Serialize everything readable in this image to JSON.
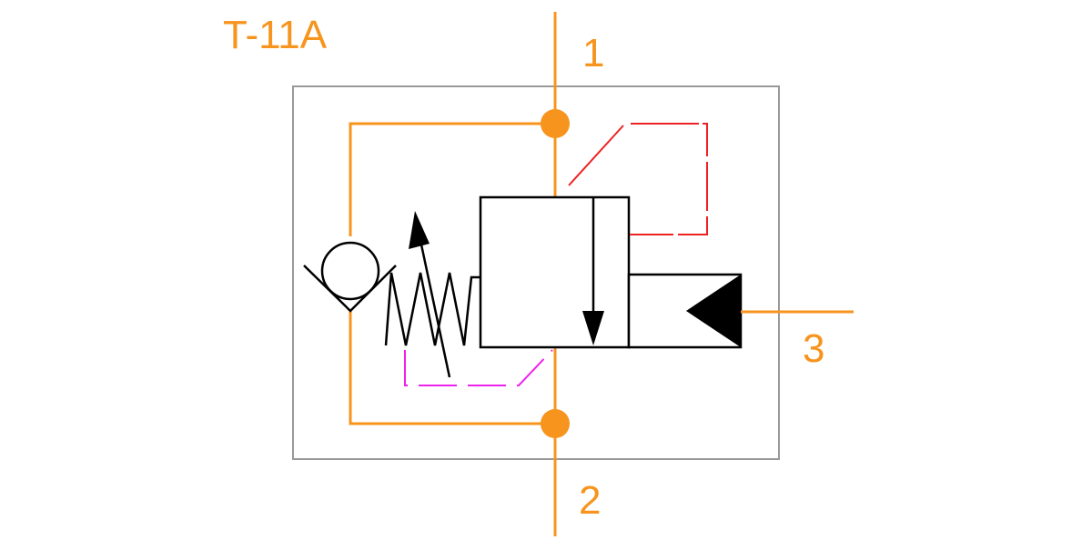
{
  "diagram": {
    "title": "T-11A",
    "ports": {
      "port_1": "1",
      "port_2": "2",
      "port_3": "3"
    }
  },
  "colors": {
    "background": "#ffffff",
    "main_line": "#f7941d",
    "pilot_line": "#ee2222",
    "drain_line": "#ee22ee",
    "housing": "#999999",
    "symbol": "#000000"
  }
}
